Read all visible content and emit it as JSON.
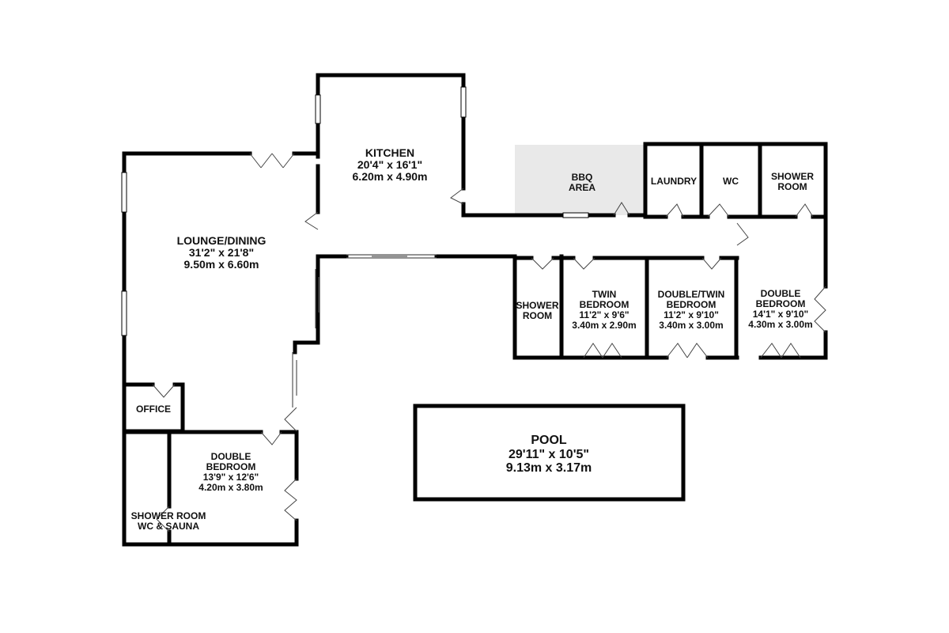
{
  "rooms": {
    "lounge": {
      "name": "LOUNGE/DINING",
      "dim_imperial": "31'2\"  x 21'8\"",
      "dim_metric": "9.50m  x 6.60m"
    },
    "kitchen": {
      "name": "KITCHEN",
      "dim_imperial": "20'4\"  x 16'1\"",
      "dim_metric": "6.20m  x 4.90m"
    },
    "bbq": {
      "line1": "BBQ",
      "line2": "AREA"
    },
    "laundry": {
      "name": "LAUNDRY"
    },
    "wc": {
      "name": "WC"
    },
    "shower_room_top": {
      "line1": "SHOWER",
      "line2": "ROOM"
    },
    "shower_room_mid": {
      "line1": "SHOWER",
      "line2": "ROOM"
    },
    "twin": {
      "line1": "TWIN",
      "line2": "BEDROOM",
      "dim_imperial": "11'2\"  x 9'6\"",
      "dim_metric": "3.40m  x 2.90m"
    },
    "double_twin": {
      "line1": "DOUBLE/TWIN",
      "line2": "BEDROOM",
      "dim_imperial": "11'2\"  x 9'10\"",
      "dim_metric": "3.40m  x 3.00m"
    },
    "double_right": {
      "line1": "DOUBLE",
      "line2": "BEDROOM",
      "dim_imperial": "14'1\"  x 9'10\"",
      "dim_metric": "4.30m  x 3.00m"
    },
    "office": {
      "name": "OFFICE"
    },
    "double_left": {
      "line1": "DOUBLE",
      "line2": "BEDROOM",
      "dim_imperial": "13'9\"  x 12'6\"",
      "dim_metric": "4.20m  x 3.80m"
    },
    "shower_sauna": {
      "line1": "SHOWER ROOM",
      "line2": "WC & SAUNA"
    },
    "pool": {
      "name": "POOL",
      "dim_imperial": "29'11\"  x 10'5\"",
      "dim_metric": "9.13m  x 3.17m"
    }
  },
  "colors": {
    "wall": "#000000",
    "bbq_fill": "#e9e9e9",
    "door": "#444444"
  }
}
